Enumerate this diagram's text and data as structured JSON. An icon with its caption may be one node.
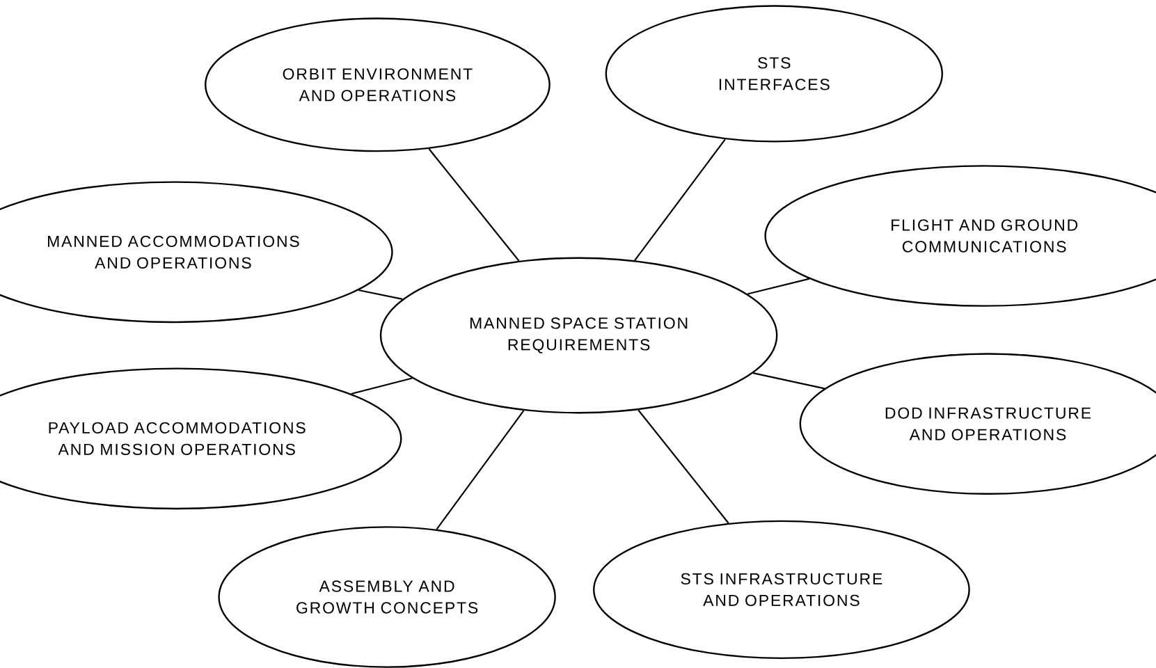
{
  "diagram": {
    "nodes": [
      {
        "text": [
          "ORBIT ENVIRONMENT AND OPERATIONS"
        ]
      },
      {
        "text": [
          "STS INTERFACES"
        ]
      },
      {
        "text": [
          "FLIGHT AND GROUND COMMUNICATIONS"
        ]
      },
      {
        "text": [
          "MANNED ACCOMMODATIONS AND OPERATIONS"
        ]
      },
      {
        "text": [
          "MANNED SPACE STATION REQUIREMENTS"
        ]
      },
      {
        "text": [
          "DOD INFRASTRUCTURE AND OPERATIONS"
        ]
      },
      {
        "text": [
          "PAYLOAD ACCOMMODATIONS AND MISSION OPERATIONS"
        ]
      },
      {
        "text": [
          "STS INFRASTRUCTURE AND OPERATIONS"
        ]
      },
      {
        "text": [
          "ASSEMBLY AND GROWTH CONCEPTS"
        ]
      }
    ],
    "edges": [
      {
        "from": 4,
        "to": 0,
        "arrow": "none"
      },
      {
        "from": 4,
        "to": 1,
        "arrow": "none"
      },
      {
        "from": 4,
        "to": 2,
        "arrow": "none"
      },
      {
        "from": 4,
        "to": 3,
        "arrow": "none"
      },
      {
        "from": 4,
        "to": 5,
        "arrow": "none"
      },
      {
        "from": 4,
        "to": 6,
        "arrow": "none"
      },
      {
        "from": 4,
        "to": 7,
        "arrow": "none"
      },
      {
        "from": 4,
        "to": 8,
        "arrow": "none"
      }
    ]
  }
}
